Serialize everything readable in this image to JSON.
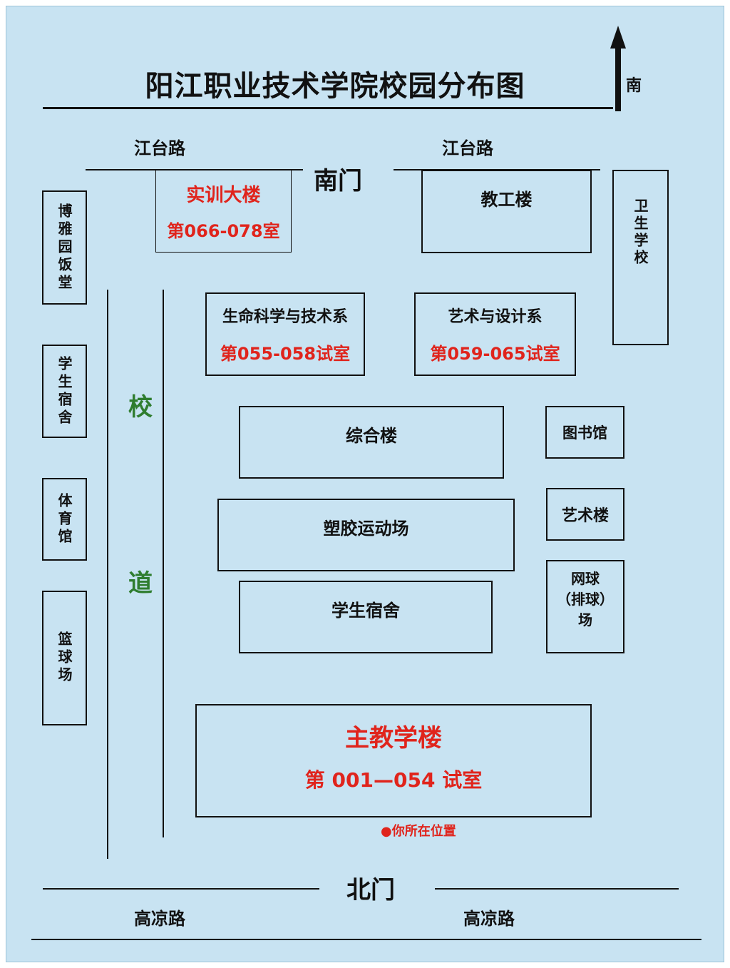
{
  "title": "阳江职业技术学院校园分布图",
  "compass": {
    "label": "南"
  },
  "roads": {
    "top_left": "江台路",
    "top_right": "江台路",
    "bottom_left": "高凉路",
    "bottom_right": "高凉路"
  },
  "gates": {
    "south": "南门",
    "north": "北门"
  },
  "campus_road": {
    "char1": "校",
    "char2": "道"
  },
  "buildings": {
    "training": {
      "name": "实训大楼",
      "rooms": "第066-078室"
    },
    "staff": {
      "name": "教工楼"
    },
    "health_school": {
      "name": "卫生学校"
    },
    "canteen": {
      "name": "博雅园饭堂"
    },
    "dorm_left": {
      "name": "学生宿舍"
    },
    "gym": {
      "name": "体育馆"
    },
    "basketball": {
      "name": "篮球场"
    },
    "life_science": {
      "name": "生命科学与技术系",
      "rooms": "第055-058试室"
    },
    "art_design": {
      "name": "艺术与设计系",
      "rooms": "第059-065试室"
    },
    "complex": {
      "name": "综合楼"
    },
    "library": {
      "name": "图书馆"
    },
    "track": {
      "name": "塑胶运动场"
    },
    "art_building": {
      "name": "艺术楼"
    },
    "dorm_center": {
      "name": "学生宿舍"
    },
    "tennis": {
      "line1": "网球",
      "line2": "（排球）",
      "line3": "场"
    },
    "main_teaching": {
      "name": "主教学楼",
      "rooms": "第 001—054 试室"
    }
  },
  "you_are_here": "●你所在位置",
  "colors": {
    "background": "#c8e3f2",
    "highlight": "#e0241c",
    "road_label": "#2f7d2f",
    "lines": "#111111"
  }
}
